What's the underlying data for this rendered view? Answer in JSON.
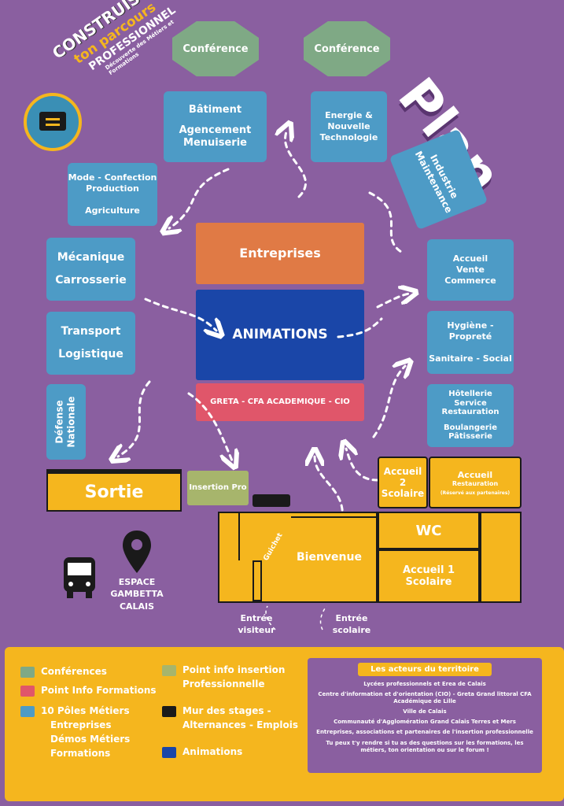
{
  "logo": {
    "line1": "CONSTRUIS",
    "line2": "ton parcours",
    "line3": "PROFESSIONNEL",
    "line4": "Découverte des Métiers et Formations"
  },
  "plan_title": "Plan",
  "conferences": [
    "Conférence",
    "Conférence"
  ],
  "poles": {
    "batiment": [
      "Bâtiment",
      "Agencement",
      "Menuiserie"
    ],
    "energie": [
      "Energie &",
      "Nouvelle",
      "Technologie"
    ],
    "industrie": [
      "Industrie",
      "Maintenance"
    ],
    "mode": [
      "Mode - Confection",
      "Production",
      "Agriculture"
    ],
    "mecanique": [
      "Mécanique",
      "Carrosserie"
    ],
    "transport": [
      "Transport",
      "Logistique"
    ],
    "defense": [
      "Défense",
      "Nationale"
    ],
    "accueil_vente": [
      "Accueil",
      "Vente",
      "Commerce"
    ],
    "hygiene": [
      "Hygiène - Propreté",
      "Sanitaire - Social"
    ],
    "hotellerie": [
      "Hôtellerie",
      "Service",
      "Restauration",
      "Boulangerie",
      "Pâtisserie"
    ]
  },
  "center": {
    "entreprises": "Entreprises",
    "animations": "ANIMATIONS",
    "greta": "GRETA - CFA ACADEMIQUE - CIO"
  },
  "bottom": {
    "sortie": "Sortie",
    "insertion_pro": "Insertion Pro",
    "accueil2": [
      "Accueil 2",
      "Scolaire"
    ],
    "accueil_restauration": [
      "Accueil",
      "Restauration",
      "(Réservé aux partenaires)"
    ],
    "wc": "WC",
    "accueil1": [
      "Accueil 1",
      "Scolaire"
    ],
    "guichet": "Guichet",
    "bienvenue": "Bienvenue",
    "entree_visiteur": [
      "Entrée",
      "visiteur"
    ],
    "entree_scolaire": [
      "Entrée",
      "scolaire"
    ],
    "location": [
      "ESPACE",
      "GAMBETTA",
      "CALAIS"
    ]
  },
  "legend": {
    "items": [
      {
        "label": "Conférences",
        "color": "#7fa985"
      },
      {
        "label": "Point Info Formations",
        "color": "#e0566a"
      },
      {
        "label": "10 Pôles Métiers",
        "color": "#4d9bc6",
        "sub": [
          "Entreprises",
          "Démos Métiers",
          "Formations"
        ]
      },
      {
        "label": "Point info insertion",
        "color": "#a7b56c",
        "sub": [
          "Professionnelle"
        ]
      },
      {
        "label": "Mur des stages -",
        "color": "#1a1a1a",
        "sub": [
          "Alternances - Emplois"
        ]
      },
      {
        "label": "Animations",
        "color": "#1a46a8"
      }
    ],
    "actors_title": "Les acteurs du territoire",
    "actors": [
      "Lycées professionnels et Erea de Calais",
      "Centre d'information et d'orientation (CIO) - Greta Grand littoral CFA Académique de Lille",
      "Ville de Calais",
      "Communauté d'Agglomération Grand Calais Terres et Mers",
      "Entreprises, associations et partenaires de l'insertion professionnelle",
      "Tu peux t'y rendre si tu as des questions sur les formations, les métiers, ton orientation ou sur le forum !"
    ]
  },
  "colors": {
    "background": "#8a5fa0",
    "pole": "#4d9bc6",
    "conference": "#7fa985",
    "entreprises": "#e07a45",
    "animations": "#1a46a8",
    "greta": "#e0566a",
    "yellow": "#f5b61e",
    "insertion": "#a7b56c"
  }
}
